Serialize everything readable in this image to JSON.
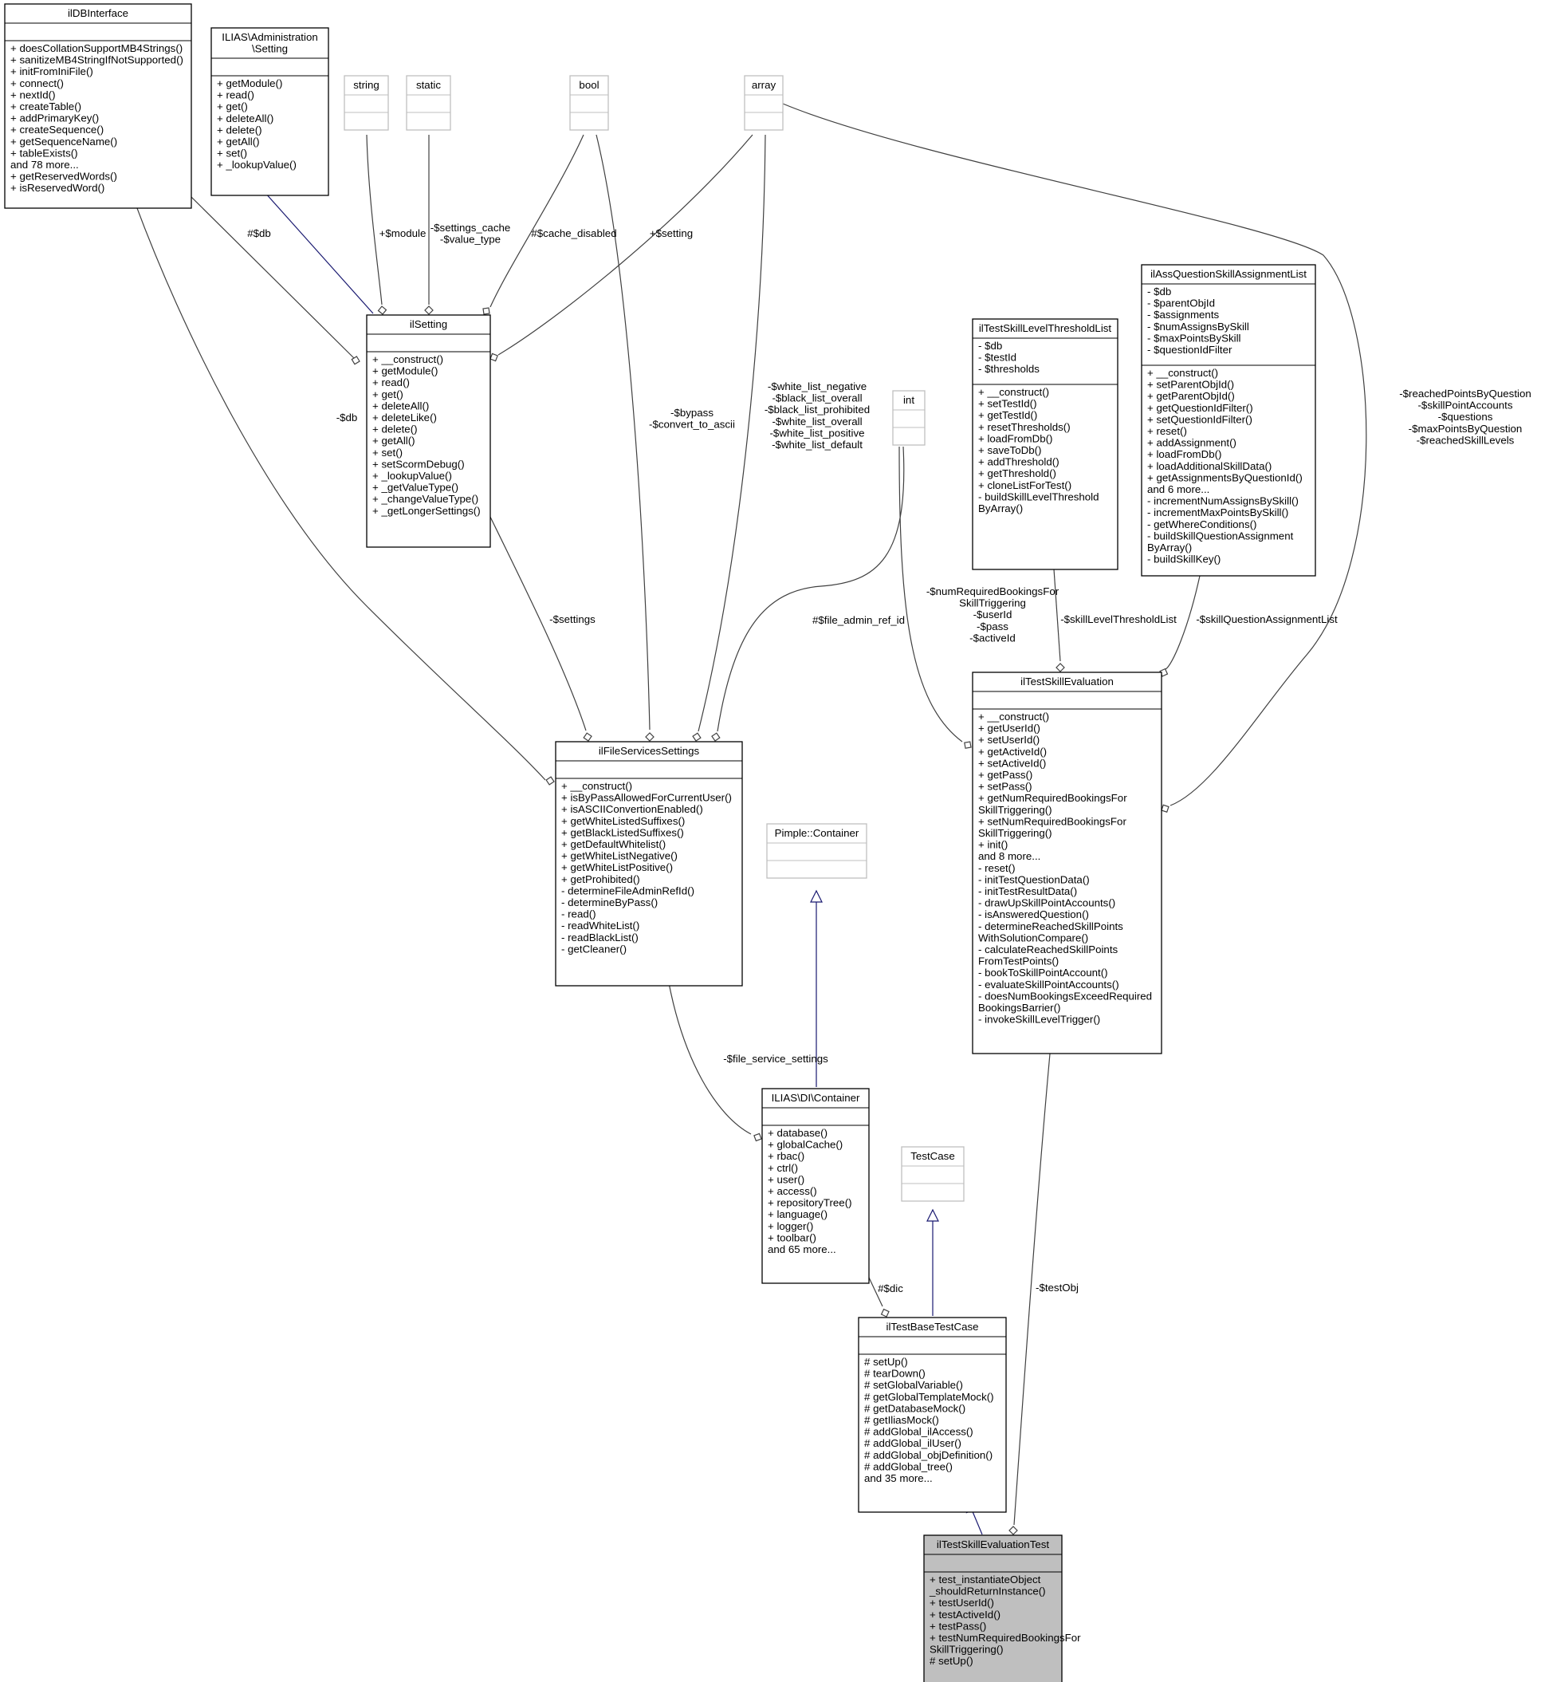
{
  "diagram": {
    "classes": {
      "ilDBInterface": {
        "title": [
          "ilDBInterface"
        ],
        "attributes": [],
        "methods": [
          "+ doesCollationSupportMB4Strings()",
          "+ sanitizeMB4StringIfNotSupported()",
          "+ initFromIniFile()",
          "+ connect()",
          "+ nextId()",
          "+ createTable()",
          "+ addPrimaryKey()",
          "+ createSequence()",
          "+ getSequenceName()",
          "+ tableExists()",
          "and 78 more...",
          "+ getReservedWords()",
          "+ isReservedWord()"
        ]
      },
      "Setting": {
        "title": [
          "ILIAS\\Administration",
          "\\Setting"
        ],
        "attributes": [],
        "methods": [
          "+ getModule()",
          "+ read()",
          "+ get()",
          "+ deleteAll()",
          "+ delete()",
          "+ getAll()",
          "+ set()",
          "+ _lookupValue()"
        ]
      },
      "string": {
        "title": [
          "string"
        ],
        "attributes": [],
        "methods": []
      },
      "static": {
        "title": [
          "static"
        ],
        "attributes": [],
        "methods": []
      },
      "bool": {
        "title": [
          "bool"
        ],
        "attributes": [],
        "methods": []
      },
      "array": {
        "title": [
          "array"
        ],
        "attributes": [],
        "methods": []
      },
      "int": {
        "title": [
          "int"
        ],
        "attributes": [],
        "methods": []
      },
      "ilSetting": {
        "title": [
          "ilSetting"
        ],
        "attributes": [],
        "methods": [
          "+ __construct()",
          "+ getModule()",
          "+ read()",
          "+ get()",
          "+ deleteAll()",
          "+ deleteLike()",
          "+ delete()",
          "+ getAll()",
          "+ set()",
          "+ setScormDebug()",
          "+ _lookupValue()",
          "+ _getValueType()",
          "+ _changeValueType()",
          "+ _getLongerSettings()"
        ]
      },
      "ilTestSkillLevelThresholdList": {
        "title": [
          "ilTestSkillLevelThresholdList"
        ],
        "attributes": [
          "- $db",
          "- $testId",
          "- $thresholds"
        ],
        "methods": [
          "+ __construct()",
          "+ setTestId()",
          "+ getTestId()",
          "+ resetThresholds()",
          "+ loadFromDb()",
          "+ saveToDb()",
          "+ addThreshold()",
          "+ getThreshold()",
          "+ cloneListForTest()",
          "- buildSkillLevelThreshold",
          "ByArray()"
        ]
      },
      "ilAssQuestionSkillAssignmentList": {
        "title": [
          "ilAssQuestionSkillAssignmentList"
        ],
        "attributes": [
          "- $db",
          "- $parentObjId",
          "- $assignments",
          "- $numAssignsBySkill",
          "- $maxPointsBySkill",
          "- $questionIdFilter"
        ],
        "methods": [
          "+ __construct()",
          "+ setParentObjId()",
          "+ getParentObjId()",
          "+ getQuestionIdFilter()",
          "+ setQuestionIdFilter()",
          "+ reset()",
          "+ addAssignment()",
          "+ loadFromDb()",
          "+ loadAdditionalSkillData()",
          "+ getAssignmentsByQuestionId()",
          "and 6 more...",
          "- incrementNumAssignsBySkill()",
          "- incrementMaxPointsBySkill()",
          "- getWhereConditions()",
          "- buildSkillQuestionAssignment",
          "ByArray()",
          "- buildSkillKey()"
        ]
      },
      "ilFileServicesSettings": {
        "title": [
          "ilFileServicesSettings"
        ],
        "attributes": [],
        "methods": [
          "+ __construct()",
          "+ isByPassAllowedForCurrentUser()",
          "+ isASCIIConvertionEnabled()",
          "+ getWhiteListedSuffixes()",
          "+ getBlackListedSuffixes()",
          "+ getDefaultWhitelist()",
          "+ getWhiteListNegative()",
          "+ getWhiteListPositive()",
          "+ getProhibited()",
          "- determineFileAdminRefId()",
          "- determineByPass()",
          "- read()",
          "- readWhiteList()",
          "- readBlackList()",
          "- getCleaner()"
        ]
      },
      "ilTestSkillEvaluation": {
        "title": [
          "ilTestSkillEvaluation"
        ],
        "attributes": [],
        "methods": [
          "+ __construct()",
          "+ getUserId()",
          "+ setUserId()",
          "+ getActiveId()",
          "+ setActiveId()",
          "+ getPass()",
          "+ setPass()",
          "+ getNumRequiredBookingsFor",
          "SkillTriggering()",
          "+ setNumRequiredBookingsFor",
          "SkillTriggering()",
          "+ init()",
          "and 8 more...",
          "- reset()",
          "- initTestQuestionData()",
          "- initTestResultData()",
          "- drawUpSkillPointAccounts()",
          "- isAnsweredQuestion()",
          "- determineReachedSkillPoints",
          "WithSolutionCompare()",
          "- calculateReachedSkillPoints",
          "FromTestPoints()",
          "- bookToSkillPointAccount()",
          "- evaluateSkillPointAccounts()",
          "- doesNumBookingsExceedRequired",
          "BookingsBarrier()",
          "- invokeSkillLevelTrigger()"
        ]
      },
      "PimpleContainer": {
        "title": [
          "Pimple::Container"
        ],
        "attributes": [],
        "methods": []
      },
      "DIContainer": {
        "title": [
          "ILIAS\\DI\\Container"
        ],
        "attributes": [],
        "methods": [
          "+ database()",
          "+ globalCache()",
          "+ rbac()",
          "+ ctrl()",
          "+ user()",
          "+ access()",
          "+ repositoryTree()",
          "+ language()",
          "+ logger()",
          "+ toolbar()",
          "and 65 more..."
        ]
      },
      "TestCase": {
        "title": [
          "TestCase"
        ],
        "attributes": [],
        "methods": []
      },
      "ilTestBaseTestCase": {
        "title": [
          "ilTestBaseTestCase"
        ],
        "attributes": [],
        "methods": [
          "# setUp()",
          "# tearDown()",
          "# setGlobalVariable()",
          "# getGlobalTemplateMock()",
          "# getDatabaseMock()",
          "# getIliasMock()",
          "# addGlobal_ilAccess()",
          "# addGlobal_ilUser()",
          "# addGlobal_objDefinition()",
          "# addGlobal_tree()",
          "and 35 more..."
        ]
      },
      "ilTestSkillEvaluationTest": {
        "title": [
          "ilTestSkillEvaluationTest"
        ],
        "attributes": [],
        "methods": [
          "+ test_instantiateObject",
          "_shouldReturnInstance()",
          "+ testUserId()",
          "+ testActiveId()",
          "+ testPass()",
          "+ testNumRequiredBookingsFor",
          "SkillTriggering()",
          "# setUp()"
        ]
      }
    },
    "edge_labels": {
      "db_to_setting": [
        "#$db"
      ],
      "string_to_setting": [
        "+$module"
      ],
      "static_to_setting": [
        "-$settings_cache",
        "-$value_type"
      ],
      "bool_to_setting": [
        "#$cache_disabled"
      ],
      "array_to_setting": [
        "+$setting"
      ],
      "db_to_files": [
        "-$db"
      ],
      "bool_to_files": [
        "-$bypass",
        "-$convert_to_ascii"
      ],
      "array_to_files": [
        "-$white_list_negative",
        "-$black_list_overall",
        "-$black_list_prohibited",
        "-$white_list_overall",
        "-$white_list_positive",
        "-$white_list_default"
      ],
      "setting_to_files": [
        "-$settings"
      ],
      "int_to_files": [
        "#$file_admin_ref_id"
      ],
      "int_to_eval": [
        "-$numRequiredBookingsFor",
        "SkillTriggering",
        "-$userId",
        "-$pass",
        "-$activeId"
      ],
      "threshold_to_eval": [
        "-$skillLevelThresholdList"
      ],
      "assign_to_eval": [
        "-$skillQuestionAssignmentList"
      ],
      "array_to_eval": [
        "-$reachedPointsByQuestion",
        "-$skillPointAccounts",
        "-$questions",
        "-$maxPointsByQuestion",
        "-$reachedSkillLevels"
      ],
      "files_to_dic": [
        "-$file_service_settings"
      ],
      "dic_to_base": [
        "#$dic"
      ],
      "eval_to_test": [
        "-$testObj"
      ]
    },
    "colors": {
      "edge": "#404040",
      "inheritance_edge": "#191970",
      "node_border": "#000000",
      "external_border": "#bfbfbf",
      "highlight_fill": "#bfbfbf"
    }
  }
}
